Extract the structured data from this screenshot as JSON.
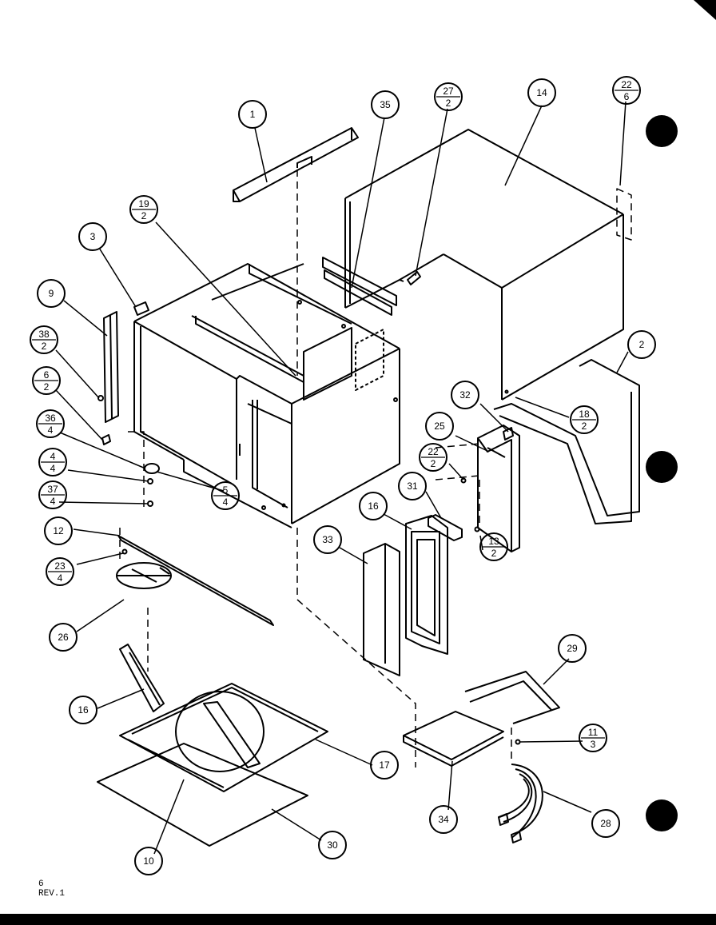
{
  "footer": {
    "page": "6",
    "revision": "REV.1"
  },
  "callouts": {
    "c1": "1",
    "c35": "35",
    "c27": "27",
    "c27q": "2",
    "c14": "14",
    "c22a": "22",
    "c22aq": "6",
    "c19": "19",
    "c19q": "2",
    "c3": "3",
    "c9": "9",
    "c38": "38",
    "c38q": "2",
    "c6": "6",
    "c6q": "2",
    "c36": "36",
    "c36q": "4",
    "c4": "4",
    "c4q": "4",
    "c37": "37",
    "c37q": "4",
    "c5": "5",
    "c5q": "4",
    "c12": "12",
    "c23": "23",
    "c23q": "4",
    "c26": "26",
    "c16a": "16",
    "c16b": "16",
    "c17": "17",
    "c10": "10",
    "c30": "30",
    "c2": "2",
    "c18": "18",
    "c18q": "2",
    "c32": "32",
    "c25": "25",
    "c22b": "22",
    "c22bq": "2",
    "c31": "31",
    "c13": "13",
    "c13q": "2",
    "c33": "33",
    "c29": "29",
    "c11": "11",
    "c11q": "3",
    "c34": "34",
    "c28": "28"
  }
}
